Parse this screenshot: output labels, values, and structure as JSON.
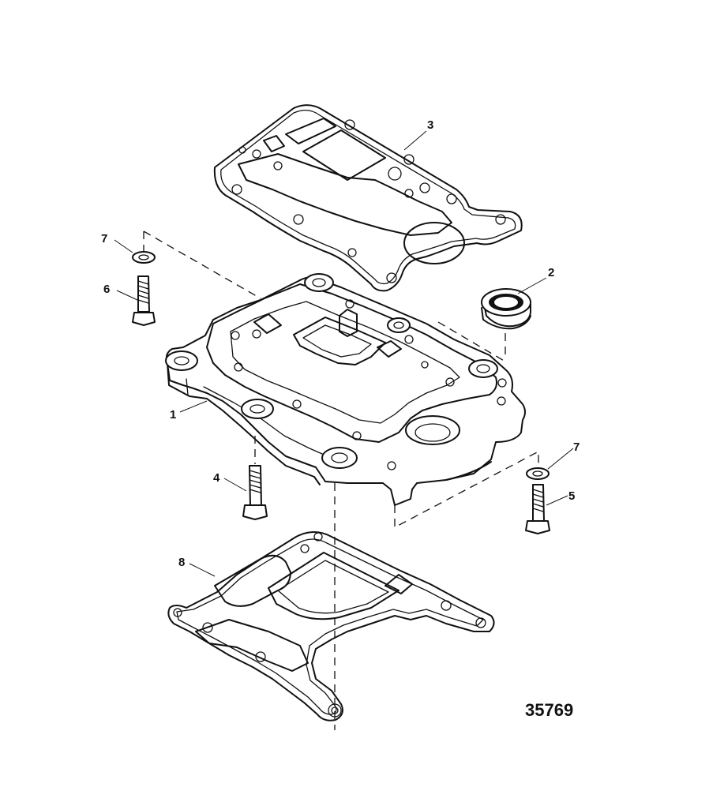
{
  "figure_number": "35769",
  "callouts": {
    "c1": "1",
    "c2": "2",
    "c3": "3",
    "c4": "4",
    "c5": "5",
    "c6": "6",
    "c7a": "7",
    "c7b": "7",
    "c8": "8"
  }
}
